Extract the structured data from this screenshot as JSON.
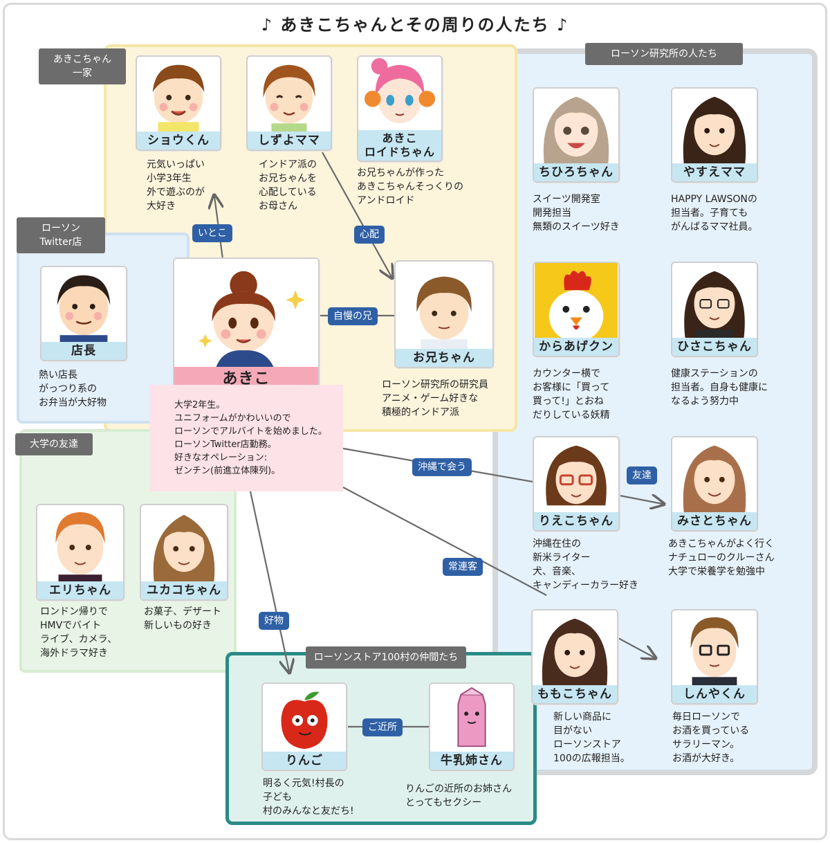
{
  "title": "♪ あきこちゃんとその周りの人たち ♪",
  "groups": {
    "family": "あきこちゃん\n一家",
    "twitter": "ローソン\nTwitter店",
    "friends": "大学の友達",
    "lab": "ローソン研究所の人たち",
    "store": "ローソンストア100村の仲間たち"
  },
  "people": {
    "shou": {
      "name": "ショウくん",
      "desc": "元気いっぱい\n小学3年生\n外で遊ぶのが\n大好き"
    },
    "shizuyo": {
      "name": "しずよママ",
      "desc": "インドア派の\nお兄ちゃんを\n心配している\nお母さん"
    },
    "akikoloid": {
      "name": "あきこ\nロイドちゃん",
      "desc": "お兄ちゃんが作った\nあきこちゃんそっくりの\nアンドロイド"
    },
    "tencho": {
      "name": "店長",
      "desc": "熱い店長\nがっつり系の\nお弁当が大好物"
    },
    "akiko": {
      "name": "あきこ",
      "desc": "大学2年生。\nユニフォームがかわいいので\nローソンでアルバイトを始めました。\nローソンTwitter店勤務。\n好きなオペレーション:\nゼンチン(前進立体陳列)。"
    },
    "oniichan": {
      "name": "お兄ちゃん",
      "desc": "ローソン研究所の研究員\nアニメ・ゲーム好きな\n積極的インドア派"
    },
    "eri": {
      "name": "エリちゃん",
      "desc": "ロンドン帰りで\nHMVでバイト\nライブ、カメラ、\n海外ドラマ好き"
    },
    "yukako": {
      "name": "ユカコちゃん",
      "desc": "お菓子、デザート\n新しいもの好き"
    },
    "chihiro": {
      "name": "ちひろちゃん",
      "desc": "スイーツ開発室\n開発担当\n無類のスイーツ好き"
    },
    "yasue": {
      "name": "やすえママ",
      "desc": "HAPPY LAWSONの\n担当者。子育ても\nがんばるママ社員。"
    },
    "karaage": {
      "name": "からあげクン",
      "desc": "カウンター横で\nお客様に「買って\n買って!」とおね\nだりしている妖精"
    },
    "hisako": {
      "name": "ひさこちゃん",
      "desc": "健康ステーションの\n担当者。自身も健康に\nなるよう努力中"
    },
    "rieko": {
      "name": "りえこちゃん",
      "desc": "沖縄在住の\n新米ライター\n犬、音楽、\nキャンディーカラー好き"
    },
    "misato": {
      "name": "みさとちゃん",
      "desc": "あきこちゃんがよく行く\nナチュローのクルーさん\n大学で栄養学を勉強中"
    },
    "momoko": {
      "name": "ももこちゃん",
      "desc": "新しい商品に\n目がない\nローソンストア\n100の広報担当。"
    },
    "shinya": {
      "name": "しんやくん",
      "desc": "毎日ローソンで\nお酒を買っている\nサラリーマン。\nお酒が大好き。"
    },
    "ringo": {
      "name": "りんご",
      "desc": "明るく元気!村長の\n子ども\n村のみんなと友だち!"
    },
    "gyunyu": {
      "name": "牛乳姉さん",
      "desc": "りんごの近所のお姉さん\nとってもセクシー"
    }
  },
  "relations": {
    "itoko": "いとこ",
    "shinpai": "心配",
    "jiman": "自慢の兄",
    "okinawa": "沖縄で会う",
    "tomodachi": "友達",
    "joren": "常連客",
    "kobutsu": "好物",
    "gokinjo": "ご近所"
  }
}
